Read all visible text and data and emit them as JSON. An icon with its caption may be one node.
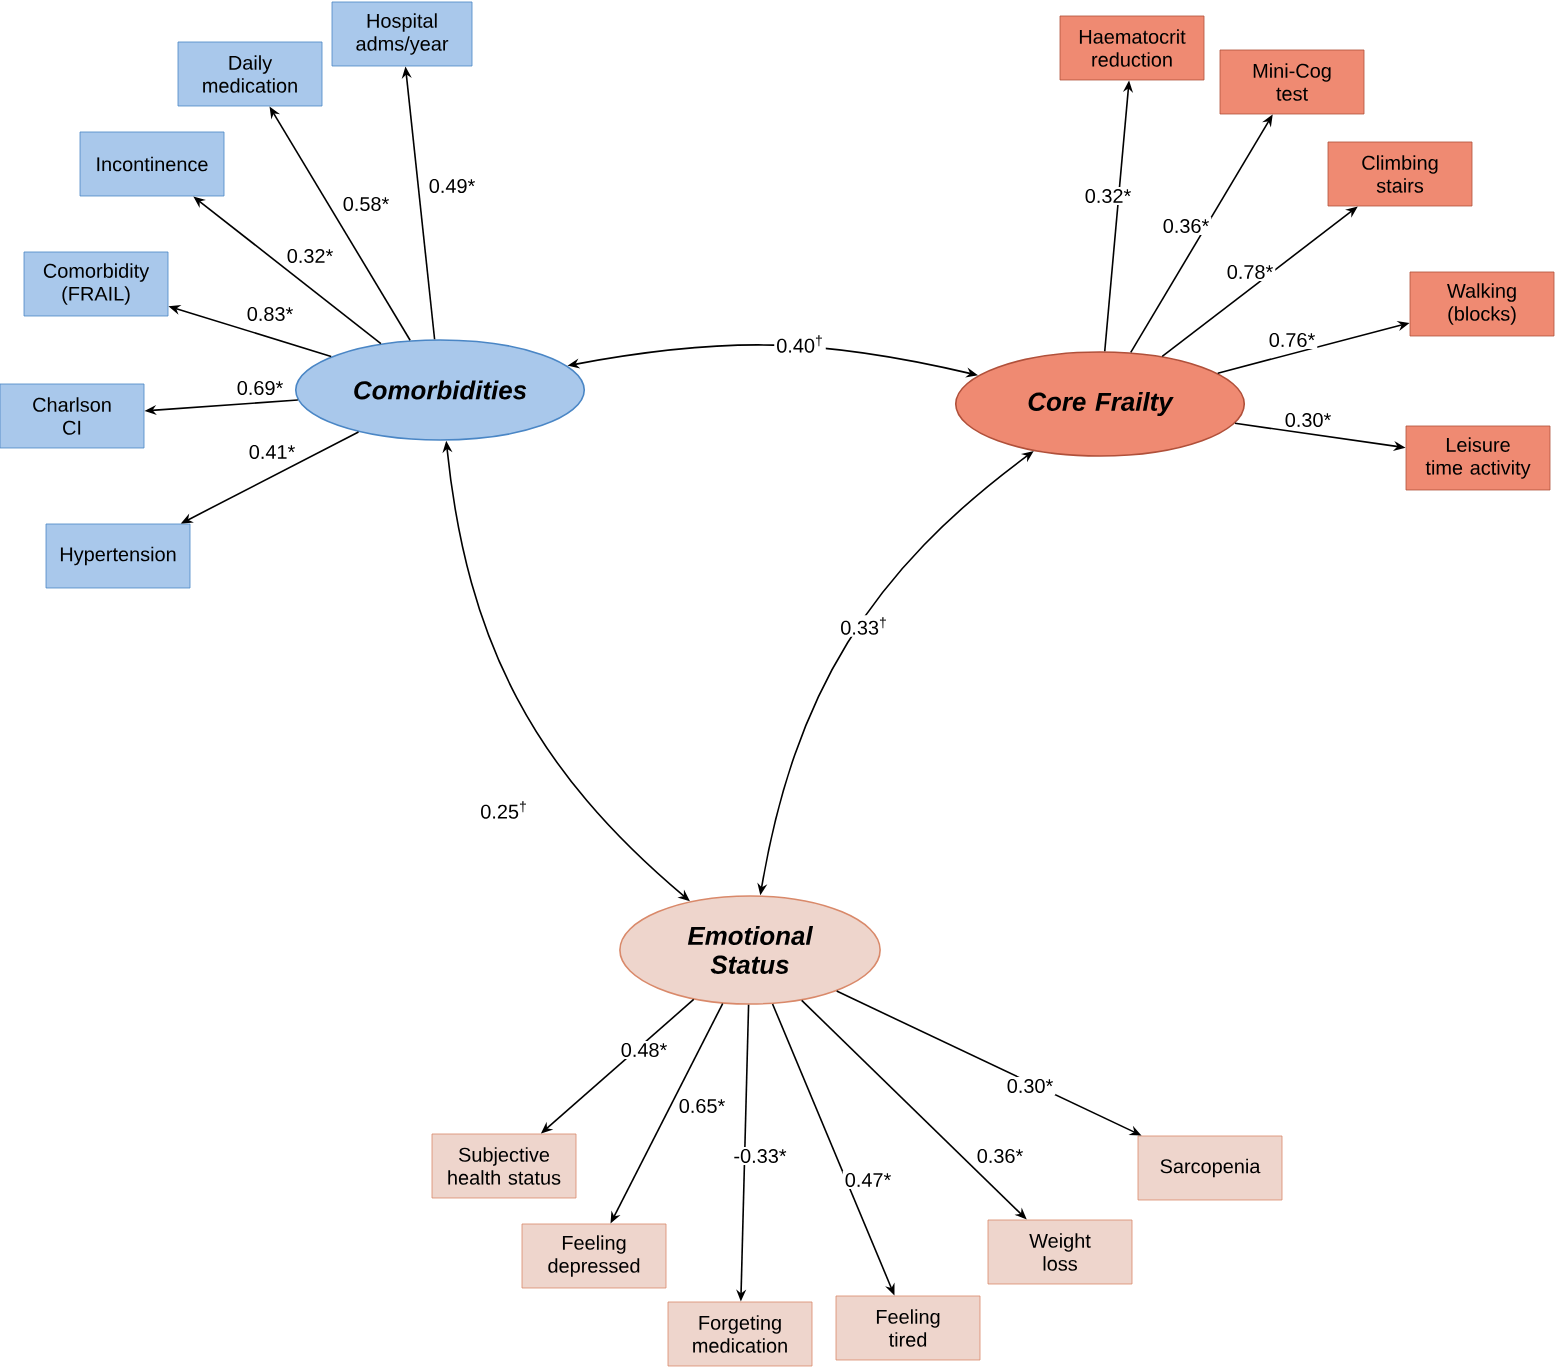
{
  "diagram": {
    "nodes": [
      {
        "text": [
          "Comorbidities"
        ]
      },
      {
        "text": [
          "Core Frailty"
        ]
      },
      {
        "text": [
          "Emotional Status"
        ]
      },
      {
        "text": [
          "Hospital adms/year"
        ]
      },
      {
        "text": [
          "Daily medication"
        ]
      },
      {
        "text": [
          "Incontinence"
        ]
      },
      {
        "text": [
          "Comorbidity (FRAIL)"
        ]
      },
      {
        "text": [
          "Charlson CI"
        ]
      },
      {
        "text": [
          "Hypertension"
        ]
      },
      {
        "text": [
          "Haematocrit reduction"
        ]
      },
      {
        "text": [
          "Mini-Cog test"
        ]
      },
      {
        "text": [
          "Climbing stairs"
        ]
      },
      {
        "text": [
          "Walking (blocks)"
        ]
      },
      {
        "text": [
          "Leisure time activity"
        ]
      },
      {
        "text": [
          "Subjective health status"
        ]
      },
      {
        "text": [
          "Feeling depressed"
        ]
      },
      {
        "text": [
          "Forgeting medication"
        ]
      },
      {
        "text": [
          "Feeling tired"
        ]
      },
      {
        "text": [
          "Weight loss"
        ]
      },
      {
        "text": [
          "Sarcopenia"
        ]
      }
    ],
    "edges": [
      {
        "from": 0,
        "to": 3,
        "arrow": "to",
        "label": "0.49*"
      },
      {
        "from": 0,
        "to": 4,
        "arrow": "to",
        "label": "0.58*"
      },
      {
        "from": 0,
        "to": 5,
        "arrow": "to",
        "label": "0.32*"
      },
      {
        "from": 0,
        "to": 6,
        "arrow": "to",
        "label": "0.83*"
      },
      {
        "from": 0,
        "to": 7,
        "arrow": "to",
        "label": "0.69*"
      },
      {
        "from": 0,
        "to": 8,
        "arrow": "to",
        "label": "0.41*"
      },
      {
        "from": 1,
        "to": 9,
        "arrow": "to",
        "label": "0.32*"
      },
      {
        "from": 1,
        "to": 10,
        "arrow": "to",
        "label": "0.36*"
      },
      {
        "from": 1,
        "to": 11,
        "arrow": "to",
        "label": "0.78*"
      },
      {
        "from": 1,
        "to": 12,
        "arrow": "to",
        "label": "0.76*"
      },
      {
        "from": 1,
        "to": 13,
        "arrow": "to",
        "label": "0.30*"
      },
      {
        "from": 2,
        "to": 14,
        "arrow": "to",
        "label": "0.48*"
      },
      {
        "from": 2,
        "to": 15,
        "arrow": "to",
        "label": "0.65*"
      },
      {
        "from": 2,
        "to": 16,
        "arrow": "to",
        "label": "-0.33*"
      },
      {
        "from": 2,
        "to": 17,
        "arrow": "to",
        "label": "0.47*"
      },
      {
        "from": 2,
        "to": 18,
        "arrow": "to",
        "label": "0.36*"
      },
      {
        "from": 2,
        "to": 19,
        "arrow": "to",
        "label": "0.30*"
      },
      {
        "from": 0,
        "to": 1,
        "arrow": "both",
        "label": "0.40$^{†}$"
      },
      {
        "from": 0,
        "to": 2,
        "arrow": "both",
        "label": "0.25$^{†}$"
      },
      {
        "from": 1,
        "to": 2,
        "arrow": "both",
        "label": "0.33$^{†}$"
      }
    ]
  }
}
